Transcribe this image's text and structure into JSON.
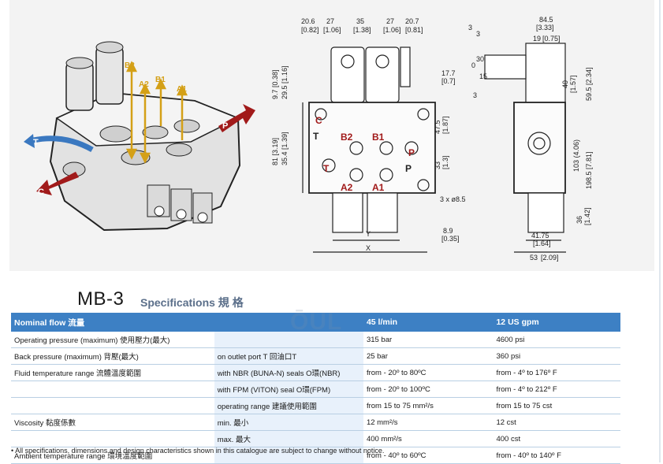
{
  "drawing": {
    "top_dims": [
      "20.6",
      "[0.82]",
      "27",
      "[1.06]",
      "35",
      "[1.38]",
      "27",
      "[1.06]",
      "20.7",
      "[0.81]"
    ],
    "left_dims": [
      "9.7 [0.38]",
      "29.5 [1.16]",
      "35.4 [1.39]",
      "81 [3.19]"
    ],
    "right_dims": [
      "17.7",
      "[0.7]",
      "47.5",
      "[1.87]",
      "33",
      "[1.3]",
      "3 x ø8.5"
    ],
    "bottom_dims": [
      "Y",
      "X",
      "8.9",
      "[0.35]"
    ],
    "side_dims": [
      "84.5",
      "[3.33]",
      "19",
      "[0.75]",
      "3",
      "3",
      "0",
      "30",
      "15",
      "3",
      "40",
      "[1.57]",
      "59.5 [2.34]",
      "103 (4.06)",
      "198.5 [7.81]",
      "36",
      "[1.42]",
      "41.75",
      "[1.64]",
      "53",
      "[2.09]"
    ],
    "ports": [
      "C",
      "T",
      "B2",
      "B1",
      "P",
      "T",
      "P",
      "A2",
      "A1"
    ],
    "iso_labels": [
      "B2",
      "A2",
      "B1",
      "A1",
      "P",
      "T",
      "C"
    ]
  },
  "model": "MB-3",
  "spec_title": "Specifications 規 格",
  "watermark": "ŌUL",
  "table": {
    "header": [
      "Nominal flow 流量",
      "",
      "45 l/min",
      "12 US gpm"
    ],
    "rows": [
      [
        "Operating pressure (maximum) 使用壓力(最大)",
        "",
        "315 bar",
        "4600 psi"
      ],
      [
        "Back pressure (maximum) 背壓(最大)",
        "on outlet port T 回油口T",
        "25 bar",
        "360 psi"
      ],
      [
        "Fluid temperature range 流體溫度範圍",
        "with NBR (BUNA-N) seals O環(NBR)",
        "from - 20º to 80ºC",
        "from - 4º to 176º F"
      ],
      [
        "",
        "with FPM (VITON) seal O環(FPM)",
        "from - 20º to 100ºC",
        "from - 4º to 212º F"
      ],
      [
        "",
        "operating range 建議使用範圍",
        "from 15 to 75 mm²/s",
        "from 15 to 75 cst"
      ],
      [
        "Viscosity 黏度係數",
        "min. 最小",
        "12 mm²/s",
        "12 cst"
      ],
      [
        "",
        "max. 最大",
        "400 mm²/s",
        "400 cst"
      ],
      [
        "Ambient temperature range 環境溫度範圍",
        "",
        "from - 40º to 60ºC",
        "from - 40º to 140º F"
      ]
    ]
  },
  "footnote": "• All specifications, dimensions and design characteristics shown in this catalogue are subject to change without notice."
}
